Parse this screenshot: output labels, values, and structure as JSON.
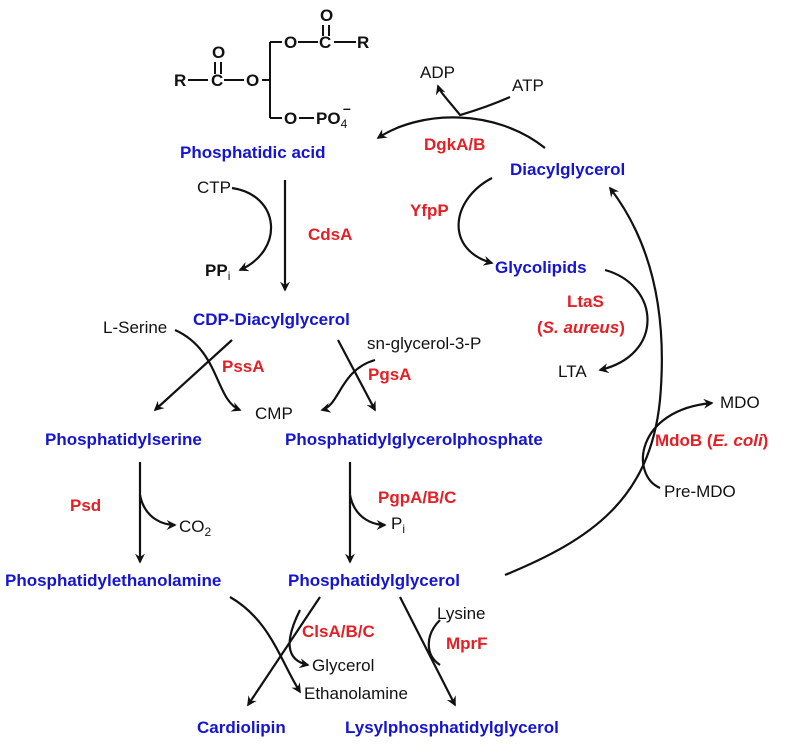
{
  "structure": {
    "r_left": "R",
    "r_right": "R",
    "c1": "C",
    "c2": "C",
    "o_carbonyl1": "O",
    "o_carbonyl2": "O",
    "o_ester1": "O",
    "o_ester2": "O",
    "o_phos": "O",
    "po4": "PO",
    "po4_sub": "4",
    "po4_charge": "–"
  },
  "compounds": {
    "phosphatidic_acid": "Phosphatidic acid",
    "diacylglycerol": "Diacylglycerol",
    "glycolipids": "Glycolipids",
    "cdp_diacylglycerol": "CDP-Diacylglycerol",
    "phosphatidylserine": "Phosphatidylserine",
    "phosphatidylglycerolphosphate": "Phosphatidylglycerolphosphate",
    "phosphatidylethanolamine": "Phosphatidylethanolamine",
    "phosphatidylglycerol": "Phosphatidylglycerol",
    "cardiolipin": "Cardiolipin",
    "lysylphosphatidylglycerol": "Lysylphosphatidylglycerol"
  },
  "enzymes": {
    "dgka": "DgkA/B",
    "yfpp": "YfpP",
    "cdsa": "CdsA",
    "ltas": "LtaS",
    "ltas_org": "S. aureus",
    "pssa": "PssA",
    "pgsa": "PgsA",
    "mdob": "MdoB (",
    "mdob_org": "E. coli",
    "mdob_close": ")",
    "psd": "Psd",
    "pgpa": "PgpA/B/C",
    "clsa": "ClsA/B/C",
    "mprf": "MprF"
  },
  "cofactors": {
    "adp": "ADP",
    "atp": "ATP",
    "ctp": "CTP",
    "ppi": "PP",
    "ppi_sub": "i",
    "l_serine": "L-Serine",
    "sn_glycerol": "sn-glycerol-3-P",
    "cmp": "CMP",
    "lta": "LTA",
    "mdo": "MDO",
    "pre_mdo": "Pre-MDO",
    "co2": "CO",
    "co2_sub": "2",
    "pi": "P",
    "pi_sub": "i",
    "lysine": "Lysine",
    "glycerol": "Glycerol",
    "ethanolamine": "Ethanolamine"
  },
  "colors": {
    "compound": "#1414d2",
    "enzyme": "#e41f26",
    "arrow": "#111111"
  }
}
